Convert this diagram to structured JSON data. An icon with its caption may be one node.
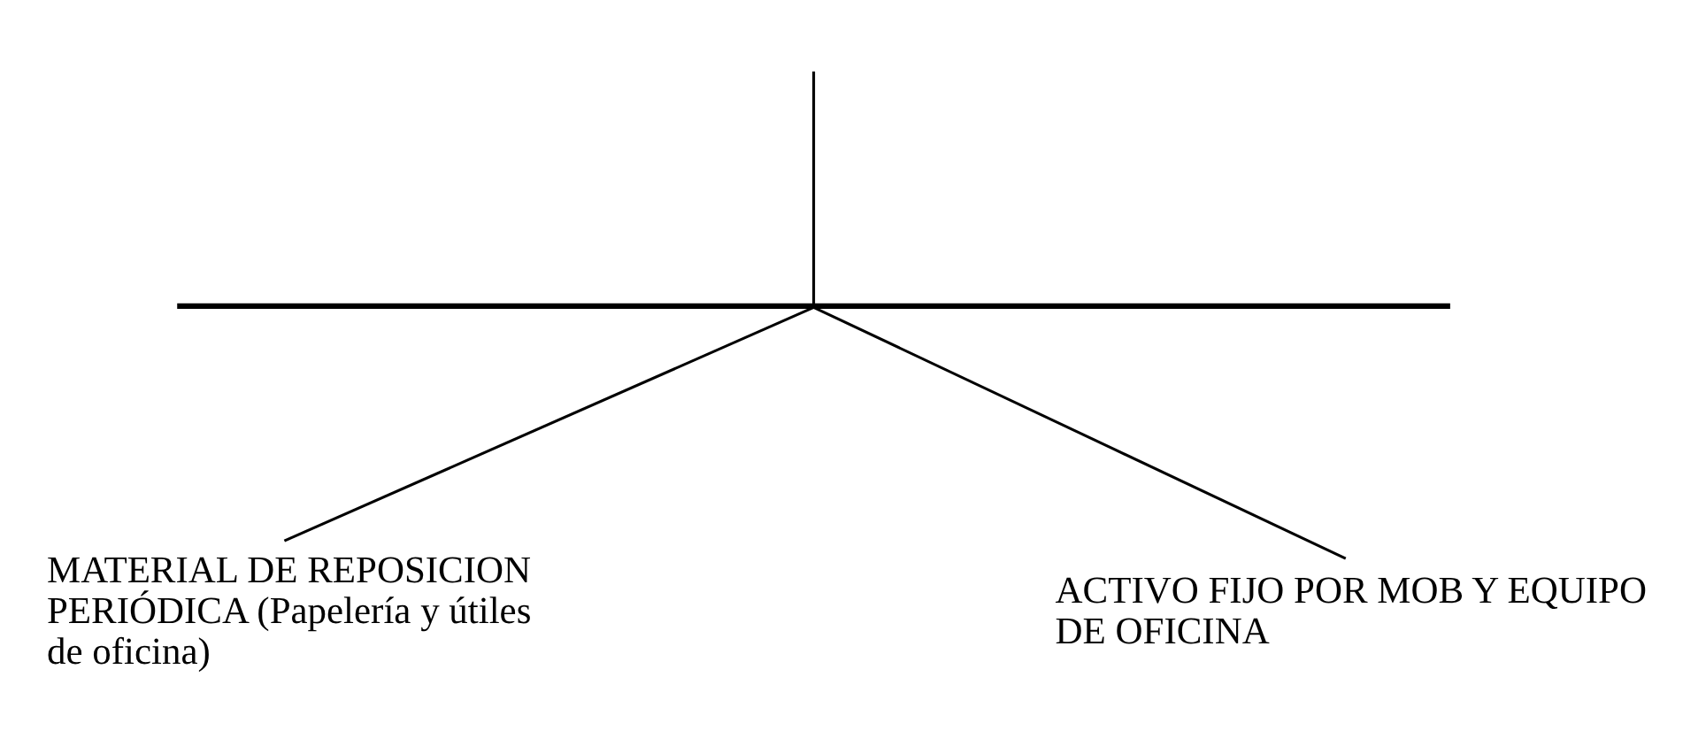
{
  "diagram": {
    "nodes": [
      {
        "text": [],
        "shape": "bar"
      },
      {
        "text": [
          "MATERIAL DE REPOSICION PERIÓDICA (Papelería y útiles de oficina)"
        ]
      },
      {
        "text": [
          "ACTIVO FIJO POR MOB Y EQUIPO DE OFICINA"
        ]
      }
    ],
    "edges": [
      {
        "from": null,
        "to": 0,
        "arrow": "none"
      },
      {
        "from": 0,
        "to": 1,
        "arrow": "none"
      },
      {
        "from": 0,
        "to": 2,
        "arrow": "none"
      }
    ]
  }
}
